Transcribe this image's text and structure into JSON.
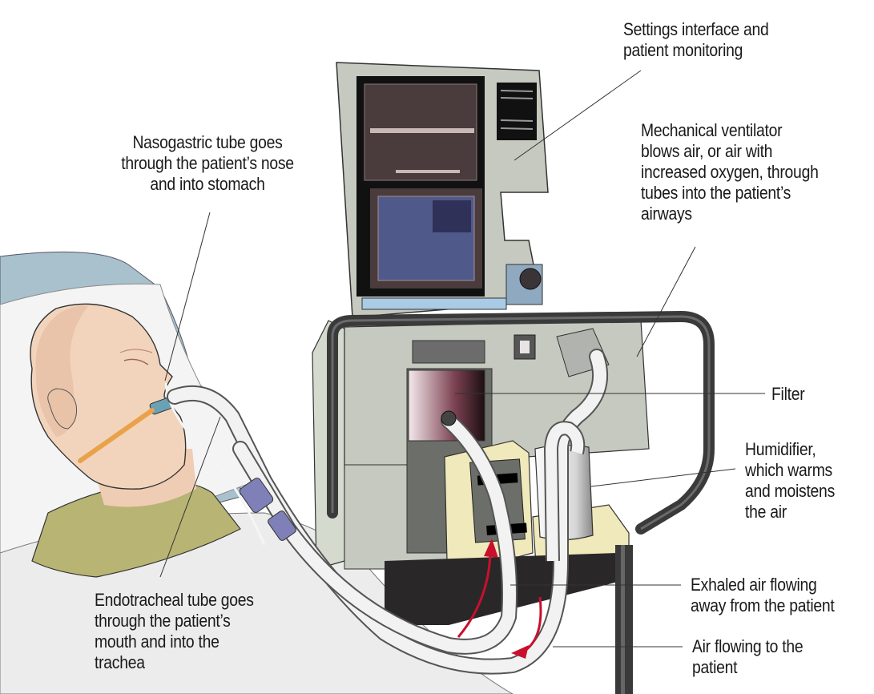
{
  "diagram": {
    "colors": {
      "skin": "#f2d4bd",
      "skin_shadow": "#e3b99c",
      "shirt": "#b8b473",
      "pillow": "#a9c1cc",
      "sheet": "#ececec",
      "machine": "#c5c9bf",
      "screen_bezel": "#111111",
      "screen_top": "#4a3b3c",
      "screen_bottom": "#4f5a8a",
      "button_bar": "#a9cbe6",
      "frame_tube": "#3a3a3a",
      "filter": "#7d4352",
      "base_unit": "#efe9bb",
      "tube": "#f2f2f2",
      "connector": "#7f80b8",
      "arrow": "#c8102e",
      "strap": "#e9a24a",
      "mouthpiece": "#6aa1b4"
    },
    "labels": {
      "settings": [
        "Settings interface and",
        "patient monitoring"
      ],
      "ventilator": [
        "Mechanical ventilator",
        "blows air, or air with",
        "increased oxygen, through",
        "tubes into the patient’s",
        "airways"
      ],
      "nasogastric": [
        "Nasogastric tube goes",
        "through the patient’s nose",
        "and into stomach"
      ],
      "filter": [
        "Filter"
      ],
      "humidifier": [
        "Humidifier,",
        "which warms",
        "and moistens",
        "the air"
      ],
      "exhaled": [
        "Exhaled air flowing",
        "away from the patient"
      ],
      "air_to_patient": [
        "Air flowing to the",
        "patient"
      ],
      "endotracheal": [
        "Endotracheal tube goes",
        "through the patient’s",
        "mouth and into the",
        "trachea"
      ]
    }
  }
}
